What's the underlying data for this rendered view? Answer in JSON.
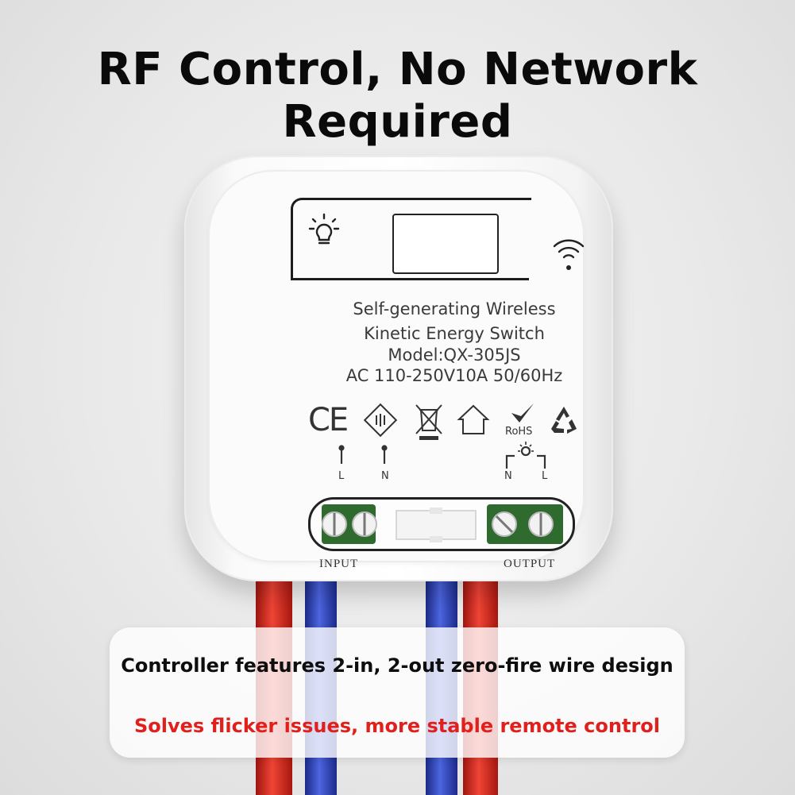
{
  "headline": {
    "line1": "RF Control, No Network",
    "line2": "Required"
  },
  "device": {
    "product_text": {
      "line1": "Self-generating Wireless",
      "line2": "Kinetic Energy Switch",
      "model": "Model:QX-305JS",
      "rating": "AC 110-250V10A 50/60Hz"
    },
    "certifications": {
      "ce": "CE",
      "rohs": "RoHS"
    },
    "icons": [
      "bulb-icon",
      "wifi-icon",
      "ce-icon",
      "double-insulation-icon",
      "weee-bin-icon",
      "indoor-use-icon",
      "rohs-icon",
      "recycle-icon"
    ],
    "terminals": {
      "input_left": "L",
      "input_right": "N",
      "output_left": "N",
      "output_right": "L",
      "input_label": "INPUT",
      "output_label": "OUTPUT"
    }
  },
  "banner": {
    "line1": "Controller features 2-in, 2-out zero-fire wire design",
    "line2": "Solves flicker issues, more stable remote control",
    "line2_color": "#e0201c"
  },
  "colors": {
    "wire_red": "#d8281e",
    "wire_blue": "#2b3fb8",
    "terminal_green": "#2f6a2f"
  }
}
